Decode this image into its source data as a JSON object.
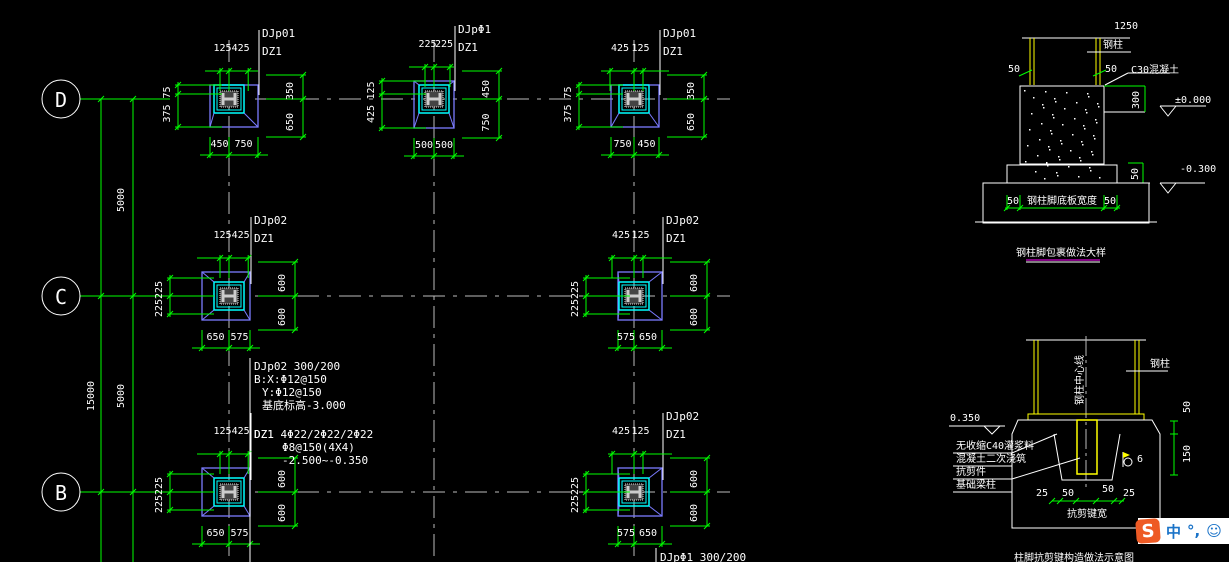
{
  "colors": {
    "background": "#000000",
    "dimension": "#00ff00",
    "axis_line": "#bdbdbd",
    "footing": "#7b7bff",
    "column": "#00ffff",
    "text": "#ffffff",
    "steel": "#ffff00",
    "title_underline": "#ff00ff"
  },
  "axes": {
    "rows": [
      {
        "label": "D"
      },
      {
        "label": "C"
      },
      {
        "label": "B"
      }
    ],
    "spacing_upper": "5000",
    "spacing_lower": "5000",
    "total": "15000"
  },
  "footings": [
    {
      "id": "D1",
      "tag": "DJp01",
      "col": "DZ1",
      "top": [
        "125",
        "425"
      ],
      "bottom": [
        "450",
        "750"
      ],
      "left": [
        "75",
        "375"
      ],
      "right": [
        "350",
        "650"
      ]
    },
    {
      "id": "D2",
      "tag": "DJpΦ1",
      "col": "DZ1",
      "top": [
        "225",
        "225"
      ],
      "bottom": [
        "500",
        "500"
      ],
      "left": [
        "125",
        "425"
      ],
      "right": [
        "450",
        "750"
      ]
    },
    {
      "id": "D3",
      "tag": "DJp01",
      "col": "DZ1",
      "top": [
        "425",
        "125"
      ],
      "bottom": [
        "750",
        "450"
      ],
      "left": [
        "75",
        "375"
      ],
      "right": [
        "350",
        "650"
      ]
    },
    {
      "id": "C1",
      "tag": "DJp02",
      "col": "DZ1",
      "top": [
        "125",
        "425"
      ],
      "bottom": [
        "650",
        "575"
      ],
      "left": [
        "225",
        "225"
      ],
      "right": [
        "600",
        "600"
      ]
    },
    {
      "id": "C3",
      "tag": "DJp02",
      "col": "DZ1",
      "top": [
        "425",
        "125"
      ],
      "bottom": [
        "575",
        "650"
      ],
      "left": [
        "225",
        "225"
      ],
      "right": [
        "600",
        "600"
      ]
    },
    {
      "id": "B1",
      "tag": "",
      "col": "DZ1",
      "top": [
        "125",
        "425"
      ],
      "bottom": [
        "650",
        "575"
      ],
      "left": [
        "225",
        "225"
      ],
      "right": [
        "600",
        "600"
      ]
    },
    {
      "id": "B3",
      "tag": "DJp02",
      "col": "DZ1",
      "top": [
        "425",
        "125"
      ],
      "bottom": [
        "575",
        "650"
      ],
      "left": [
        "225",
        "225"
      ],
      "right": [
        "600",
        "600"
      ]
    }
  ],
  "notes": {
    "footing_spec": [
      "DJp02 300/200",
      "B:X:Φ12@150",
      "Y:Φ12@150",
      "基底标高-3.000"
    ],
    "column_spec": [
      "DZ1  4Φ22/2Φ22/2Φ22",
      "Φ8@150(4X4)",
      "-2.500~-0.350"
    ],
    "bottom_cut": "DJpΦ1 300/200"
  },
  "detail_top": {
    "width": "1250",
    "steel_label": "钢柱",
    "concrete_label": "C30混凝土",
    "left_cover": "50",
    "right_cover": "50",
    "height": "300",
    "elev_top": "±0.000",
    "elev_bottom": "-0.300",
    "base_height": "50",
    "base_left": "50",
    "base_right": "50",
    "base_label": "钢柱脚底板宽度",
    "title": "钢柱脚包裹做法大样"
  },
  "detail_bottom": {
    "steel_label": "钢柱",
    "column_label": "钢柱中心线",
    "elev": "0.350",
    "notes": [
      "无收缩C40灌浆料",
      "混凝土二次浇筑",
      "抗剪件",
      "基础梁柱"
    ],
    "height_top": "50",
    "height_bottom": "150",
    "weld": "6",
    "dims": [
      "25",
      "50",
      "50",
      "25"
    ],
    "width_label": "抗剪键宽",
    "title": "柱脚抗剪键构造做法示意图"
  },
  "ime": {
    "logo": "S",
    "mode": "中",
    "punct": "°,",
    "emoji": "☺"
  }
}
